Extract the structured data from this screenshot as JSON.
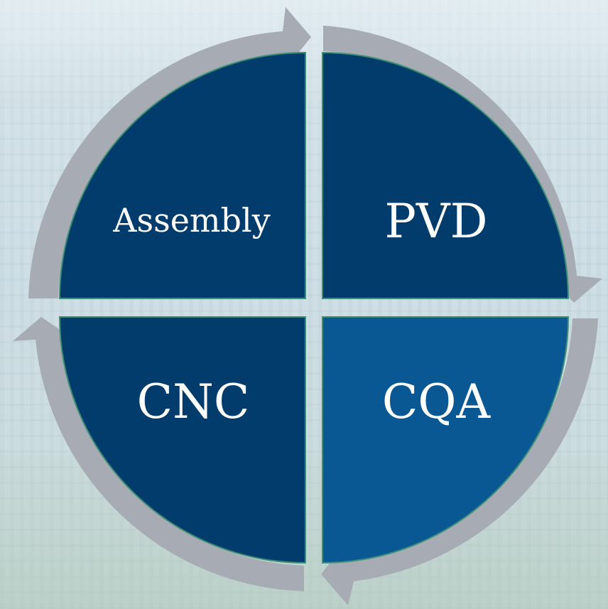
{
  "colors": {
    "quadrant_dark": "#023c6c",
    "quadrant_cqa": "#0a5893",
    "arrow_ring": "#a6abb4",
    "separator": "#3d8f75"
  },
  "quadrants": {
    "top_left": {
      "label": "Assembly"
    },
    "top_right": {
      "label": "PVD"
    },
    "bottom_left": {
      "label": "CNC"
    },
    "bottom_right": {
      "label": "CQA"
    }
  }
}
